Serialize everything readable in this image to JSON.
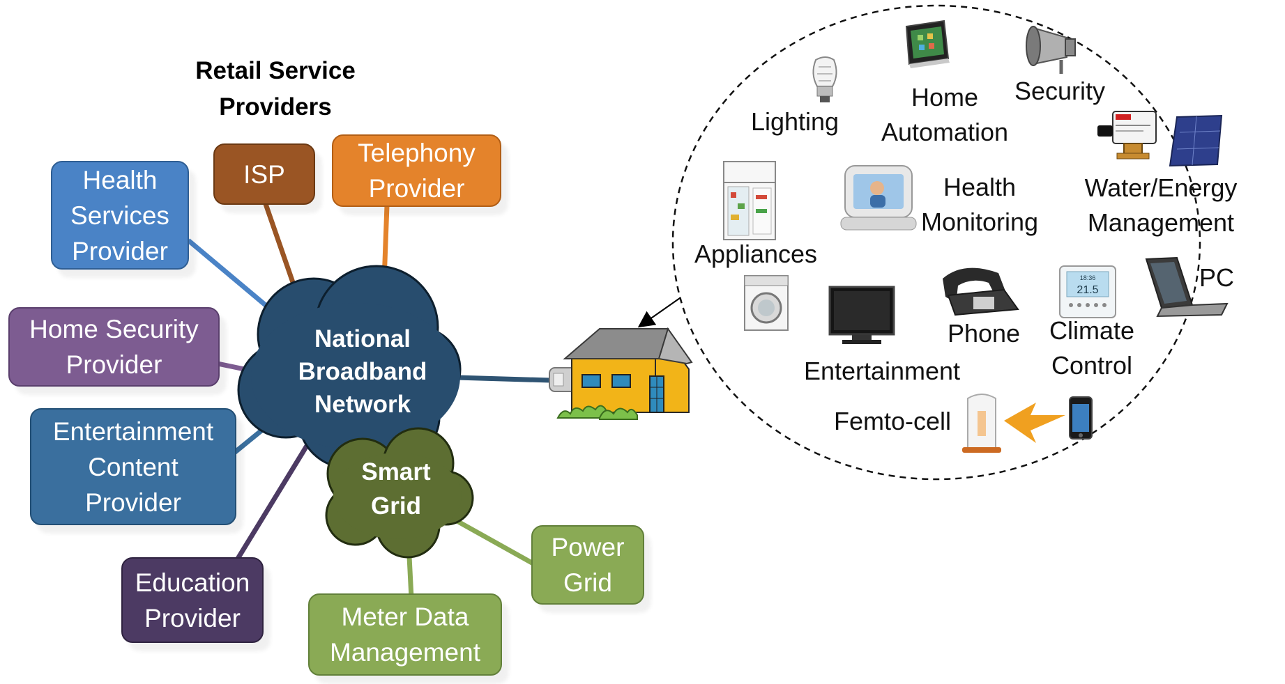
{
  "title": [
    "Retail Service",
    "Providers"
  ],
  "providers": {
    "health": [
      "Health",
      "Services",
      "Provider"
    ],
    "isp": [
      "ISP"
    ],
    "telephony": [
      "Telephony",
      "Provider"
    ],
    "home_security": [
      "Home Security",
      "Provider"
    ],
    "entertainment": [
      "Entertainment",
      "Content",
      "Provider"
    ],
    "education": [
      "Education",
      "Provider"
    ],
    "power_grid": [
      "Power",
      "Grid"
    ],
    "meter_data": [
      "Meter Data",
      "Management"
    ]
  },
  "clouds": {
    "nbn": [
      "National",
      "Broadband",
      "Network"
    ],
    "smart_grid": [
      "Smart",
      "Grid"
    ]
  },
  "home_devices": {
    "lighting": [
      "Lighting"
    ],
    "home_automation": [
      "Home",
      "Automation"
    ],
    "security": [
      "Security"
    ],
    "health_monitoring": [
      "Health",
      "Monitoring"
    ],
    "water_energy": [
      "Water/Energy",
      "Management"
    ],
    "appliances": [
      "Appliances"
    ],
    "pc": [
      "PC"
    ],
    "phone": [
      "Phone"
    ],
    "climate": [
      "Climate",
      "Control"
    ],
    "entertainment": [
      "Entertainment"
    ],
    "femtocell": [
      "Femto-cell"
    ]
  },
  "thermostat_display": {
    "time": "18:36",
    "temp": "21.5"
  },
  "colors": {
    "health": "#4a83c6",
    "isp": "#9a5524",
    "telephony": "#e4832b",
    "home_security": "#7d5c91",
    "entertainment": "#3a6f9e",
    "education": "#4c3a63",
    "power_grid": "#8aaa55",
    "meter_data": "#8aaa55",
    "nbn_cloud": "#284d6e",
    "smart_grid_cloud": "#5d6e32",
    "house_wall": "#f2b418",
    "roof": "#8c8c8c"
  }
}
